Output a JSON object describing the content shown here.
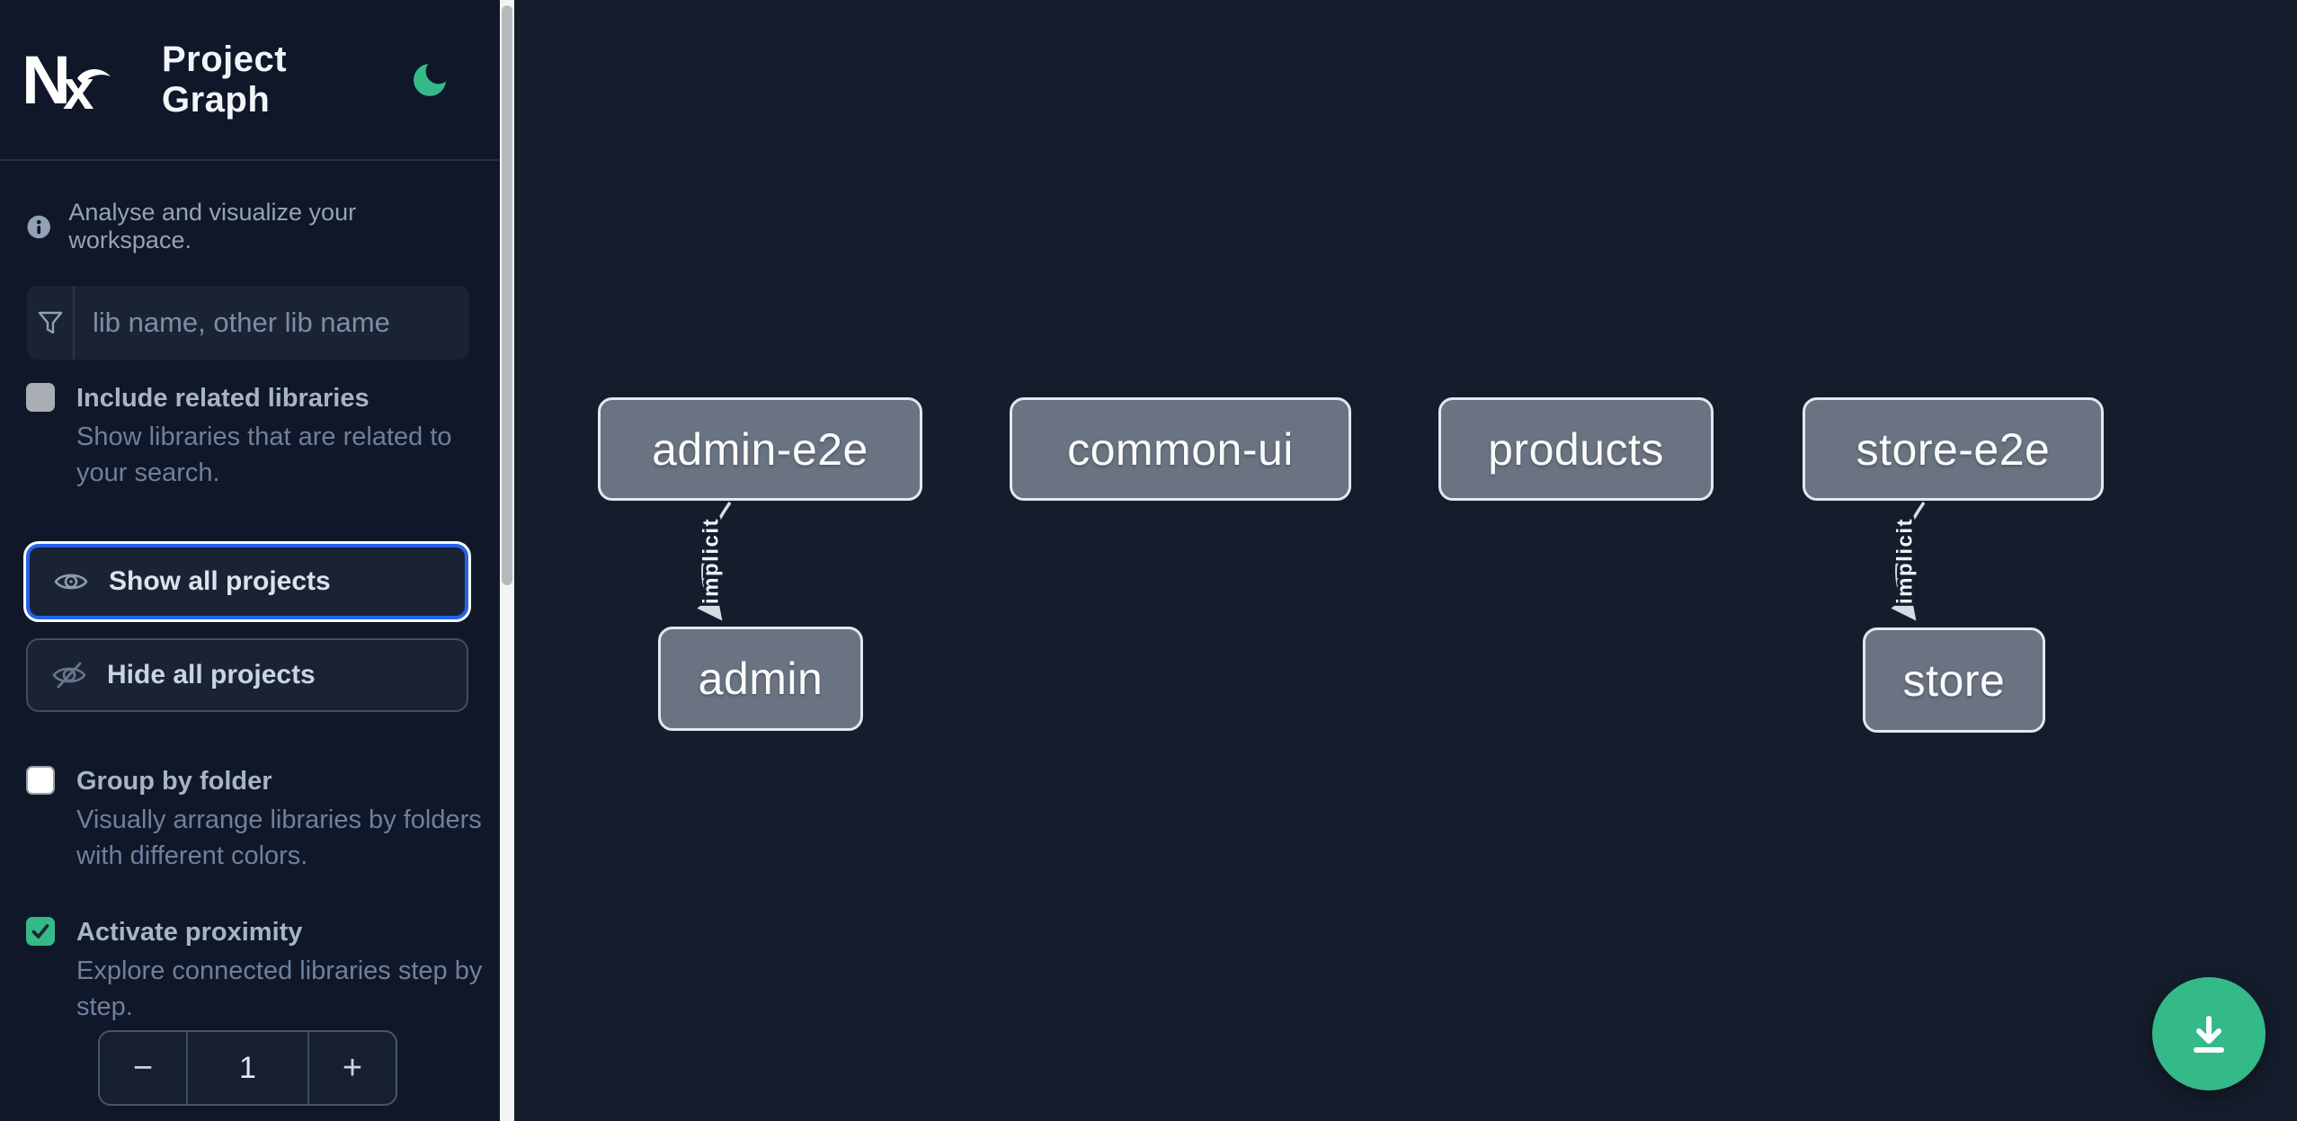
{
  "app": {
    "title": "Project Graph"
  },
  "sidebar": {
    "info_text": "Analyse and visualize your workspace.",
    "search": {
      "placeholder": "lib name, other lib name"
    },
    "include_related": {
      "label": "Include related libraries",
      "description": "Show libraries that are related to your search.",
      "checked": false
    },
    "actions": {
      "show_all_label": "Show all projects",
      "hide_all_label": "Hide all projects"
    },
    "group_by_folder": {
      "label": "Group by folder",
      "description": "Visually arrange libraries by folders with different colors.",
      "checked": false
    },
    "activate_proximity": {
      "label": "Activate proximity",
      "description": "Explore connected libraries step by step.",
      "checked": true
    },
    "proximity_stepper": {
      "decrement": "−",
      "value": "1",
      "increment": "+"
    }
  },
  "graph": {
    "nodes": [
      {
        "label": "admin-e2e"
      },
      {
        "label": "common-ui"
      },
      {
        "label": "products"
      },
      {
        "label": "store-e2e"
      },
      {
        "label": "admin"
      },
      {
        "label": "store"
      }
    ],
    "edges": [
      {
        "from": "admin-e2e",
        "to": "admin",
        "label": "implicit"
      },
      {
        "from": "store-e2e",
        "to": "store",
        "label": "implicit"
      }
    ]
  },
  "colors": {
    "accent_green": "#34b989",
    "focus_blue": "#2563eb",
    "sidebar_bg": "#0f1728",
    "canvas_bg": "#151c2b",
    "node_fill": "#6a7381",
    "node_border": "#e2e8f0",
    "edge_stroke": "#d6dce4"
  }
}
